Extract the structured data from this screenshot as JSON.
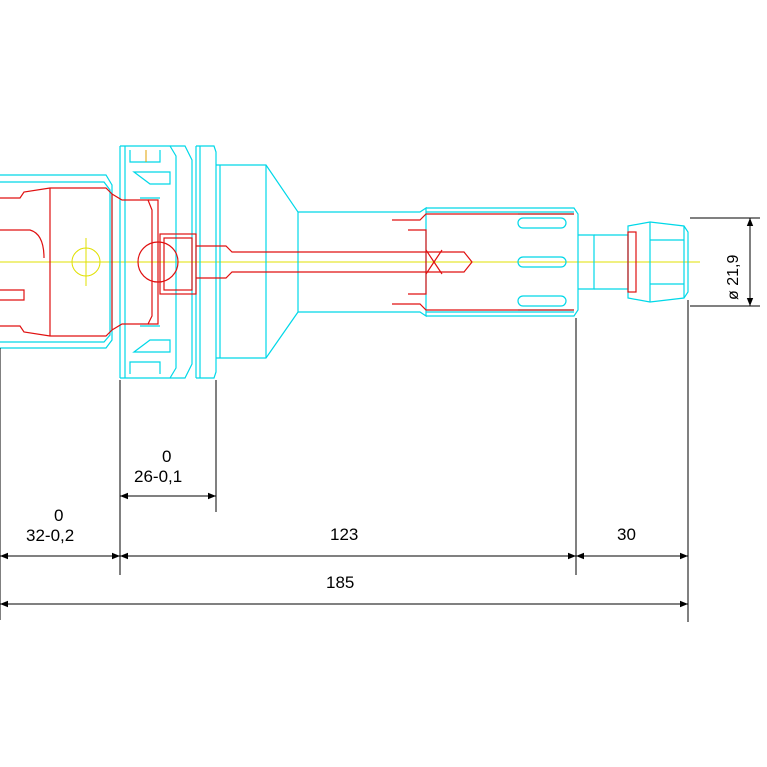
{
  "drawing": {
    "colors": {
      "outline": "#00d8e8",
      "inner": "#e01010",
      "centerline": "#e0e000",
      "dimension": "#000000",
      "background": "#ffffff"
    },
    "dimensions": {
      "diameter": "ø 21,9",
      "taper_upper": "0",
      "taper_lower": "26-0,1",
      "flange_upper": "0",
      "flange_lower": "32-0,2",
      "length_shank": "123",
      "length_collet": "30",
      "length_total": "185"
    }
  }
}
